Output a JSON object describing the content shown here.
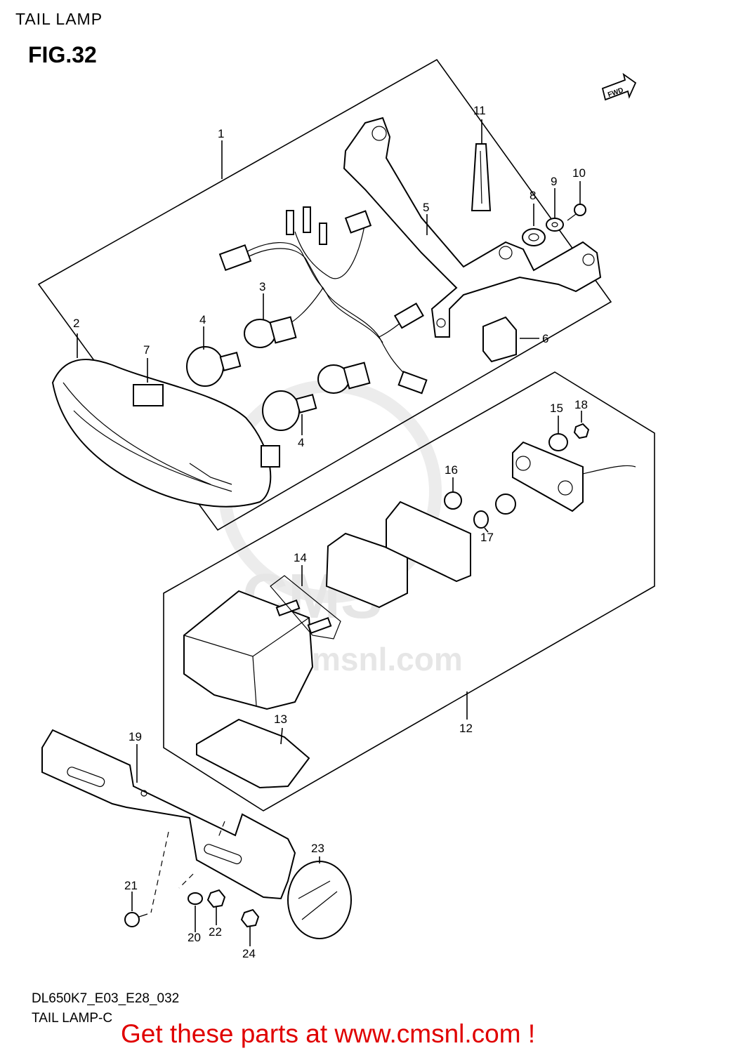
{
  "header": {
    "title": "TAIL LAMP",
    "figure": "FIG.32"
  },
  "footer": {
    "code": "DL650K7_E03_E28_032",
    "subtitle": "TAIL LAMP-C",
    "cta": "Get these parts at www.cmsnl.com !"
  },
  "watermark": {
    "text": "www.cmsnl.com",
    "logo": "CMS"
  },
  "direction_badge": "FWD",
  "callouts": [
    "1",
    "2",
    "3",
    "4",
    "4",
    "5",
    "6",
    "7",
    "8",
    "9",
    "10",
    "11",
    "12",
    "13",
    "14",
    "15",
    "16",
    "17",
    "18",
    "19",
    "20",
    "21",
    "22",
    "23",
    "24"
  ],
  "colors": {
    "cta": "#e00000",
    "line": "#000000",
    "watermark": "#e6e6e6"
  }
}
